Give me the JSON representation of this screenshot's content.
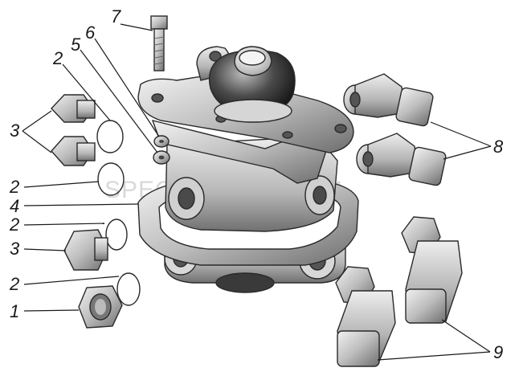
{
  "figure": {
    "watermark": "SPECSERVER.COM",
    "callouts": {
      "c1": "1",
      "c2a": "2",
      "c2b": "2",
      "c2c": "2",
      "c2d": "2",
      "c3a": "3",
      "c3b": "3",
      "c4": "4",
      "c5": "5",
      "c6": "6",
      "c7": "7",
      "c8": "8",
      "c9": "9"
    }
  }
}
